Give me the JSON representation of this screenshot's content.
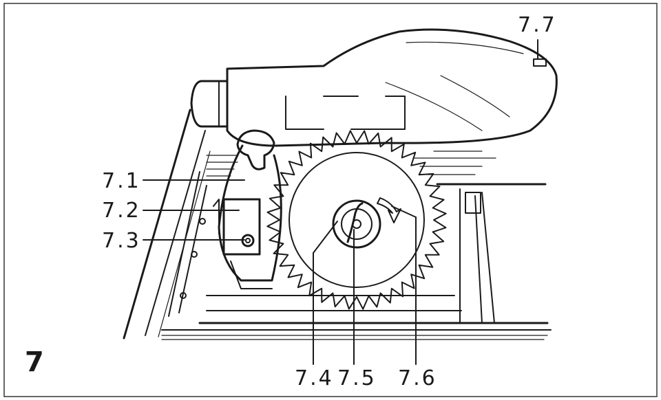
{
  "figure": {
    "number": "7",
    "callouts": [
      {
        "id": "7.1",
        "label": "7.1"
      },
      {
        "id": "7.2",
        "label": "7.2"
      },
      {
        "id": "7.3",
        "label": "7.3"
      },
      {
        "id": "7.4",
        "label": "7.4"
      },
      {
        "id": "7.5",
        "label": "7.5"
      },
      {
        "id": "7.6",
        "label": "7.6"
      },
      {
        "id": "7.7",
        "label": "7.7"
      }
    ]
  },
  "colors": {
    "ink": "#1a1a1a",
    "border": "#333333",
    "arrow_fill": "#8a8a8a"
  }
}
